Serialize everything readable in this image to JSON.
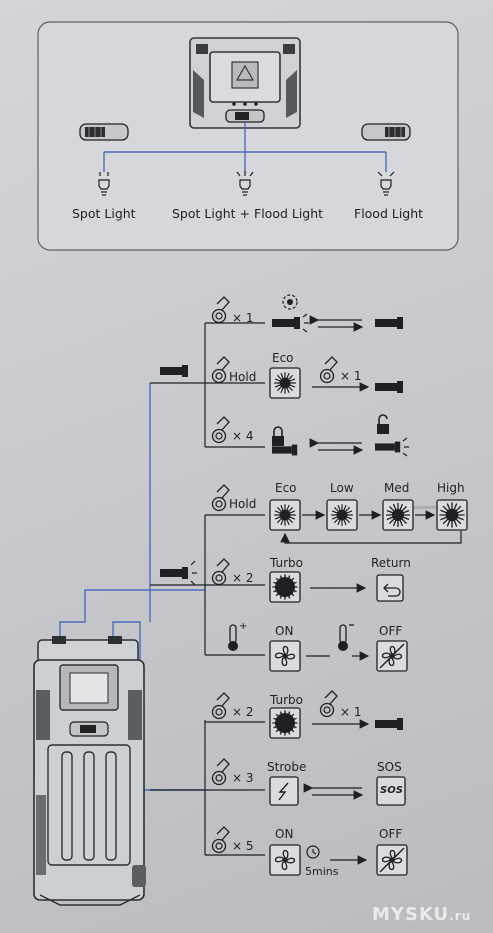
{
  "mode_selector": {
    "spot_label": "Spot Light",
    "combined_label": "Spot Light + Flood Light",
    "flood_label": "Flood Light"
  },
  "spotlight_group": {
    "row1_count": "× 1",
    "row2_action": "Hold",
    "row2_mode": "Eco",
    "row2_return_count": "× 1",
    "row3_count": "× 4"
  },
  "flood_group": {
    "hold_action": "Hold",
    "levels": [
      "Eco",
      "Low",
      "Med",
      "High"
    ],
    "turbo_count": "× 2",
    "turbo_label": "Turbo",
    "return_label": "Return",
    "fan_on": "ON",
    "fan_off": "OFF"
  },
  "off_group": {
    "turbo_count": "× 2",
    "turbo_label": "Turbo",
    "return_count": "× 1",
    "strobe_count": "× 3",
    "strobe_label": "Strobe",
    "sos_label": "SOS",
    "sos_badge": "SOS",
    "fan_count": "× 5",
    "fan_on": "ON",
    "fan_off": "OFF",
    "timer": "5mins"
  },
  "watermark": {
    "brand": "MYSKU",
    "suffix": ".ru"
  },
  "colors": {
    "line_blue": "#4a6fb5",
    "ink": "#1e2024",
    "panel": "#d7d9dc"
  }
}
